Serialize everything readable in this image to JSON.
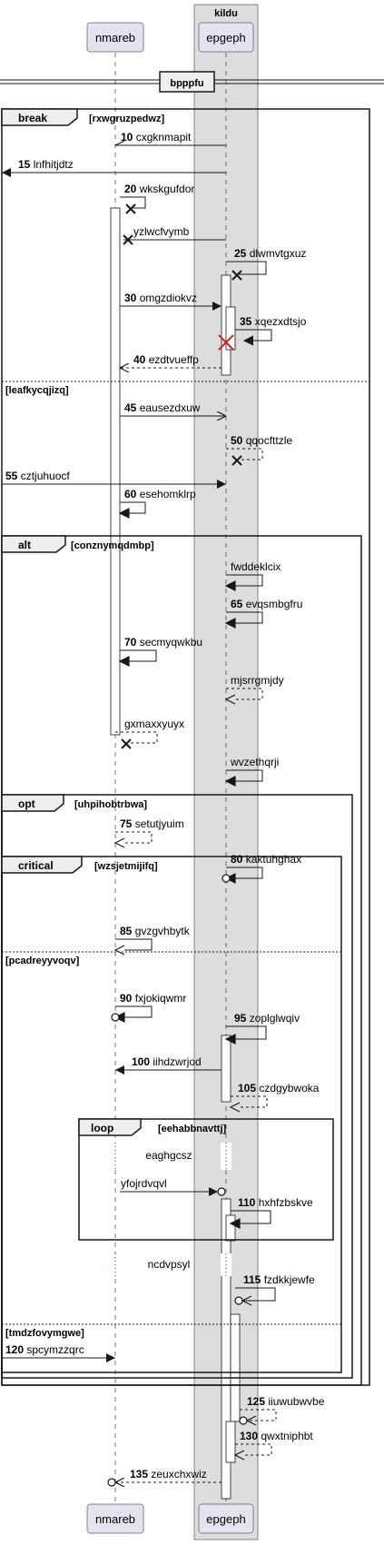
{
  "box": {
    "title": "kildu"
  },
  "participants": [
    {
      "id": "nmareb",
      "label": "nmareb"
    },
    {
      "id": "epgeph",
      "label": "epgeph"
    }
  ],
  "divider": {
    "label": "bpppfu"
  },
  "fragments": [
    {
      "id": "break",
      "keyword": "break",
      "guard": "[rxwgruzpedwz]",
      "sections": [
        "[leafkycqjizq]"
      ]
    },
    {
      "id": "alt",
      "keyword": "alt",
      "guard": "[conznymqdmbp]",
      "sections": []
    },
    {
      "id": "opt",
      "keyword": "opt",
      "guard": "[uhpihobtrbwa]",
      "sections": []
    },
    {
      "id": "critical",
      "keyword": "critical",
      "guard": "[wzsjetmijifq]",
      "sections": [
        "[pcadreyyvoqv]",
        "[tmdzfovymgwe]"
      ]
    },
    {
      "id": "loop",
      "keyword": "loop",
      "guard": "[eehabbnavttj]",
      "sections": []
    }
  ],
  "messages": [
    {
      "num": "10",
      "text": "cxgknmapit"
    },
    {
      "num": "15",
      "text": "lnfhitjdtz"
    },
    {
      "num": "20",
      "text": "wkskgufdor"
    },
    {
      "num": "",
      "text": "yzlwcfvymb"
    },
    {
      "num": "25",
      "text": "dlwmvtgxuz"
    },
    {
      "num": "30",
      "text": "omgzdiokvz"
    },
    {
      "num": "35",
      "text": "xqezxdtsjo"
    },
    {
      "num": "40",
      "text": "ezdtvueffp"
    },
    {
      "num": "45",
      "text": "eausezdxuw"
    },
    {
      "num": "50",
      "text": "qqocfttzle"
    },
    {
      "num": "55",
      "text": "cztjuhuocf"
    },
    {
      "num": "60",
      "text": "esehomklrp"
    },
    {
      "num": "",
      "text": "fwddeklcix"
    },
    {
      "num": "65",
      "text": "evqsmbgfru"
    },
    {
      "num": "70",
      "text": "secmyqwkbu"
    },
    {
      "num": "",
      "text": "mjsrrgmjdy"
    },
    {
      "num": "",
      "text": "gxmaxxyuyx"
    },
    {
      "num": "",
      "text": "wvzethqrji"
    },
    {
      "num": "75",
      "text": "setutjyuim"
    },
    {
      "num": "80",
      "text": "kaktuhghax"
    },
    {
      "num": "85",
      "text": "gvzgvhbytk"
    },
    {
      "num": "90",
      "text": "fxjokiqwmr"
    },
    {
      "num": "95",
      "text": "zoplglwqiv"
    },
    {
      "num": "100",
      "text": "iihdzwrjod"
    },
    {
      "num": "105",
      "text": "czdgybwoka"
    },
    {
      "num": "",
      "text": "yfojrdvqvl"
    },
    {
      "num": "110",
      "text": "hxhfzbskve"
    },
    {
      "num": "115",
      "text": "fzdkkjewfe"
    },
    {
      "num": "120",
      "text": "spcymzzqrc"
    },
    {
      "num": "125",
      "text": "iiuwubwvbe"
    },
    {
      "num": "130",
      "text": "qwxtniphbt"
    },
    {
      "num": "135",
      "text": "zeuxchxwiz"
    }
  ],
  "delays": [
    {
      "text": "eaghgcsz"
    },
    {
      "text": "ncdvpsyl"
    }
  ]
}
